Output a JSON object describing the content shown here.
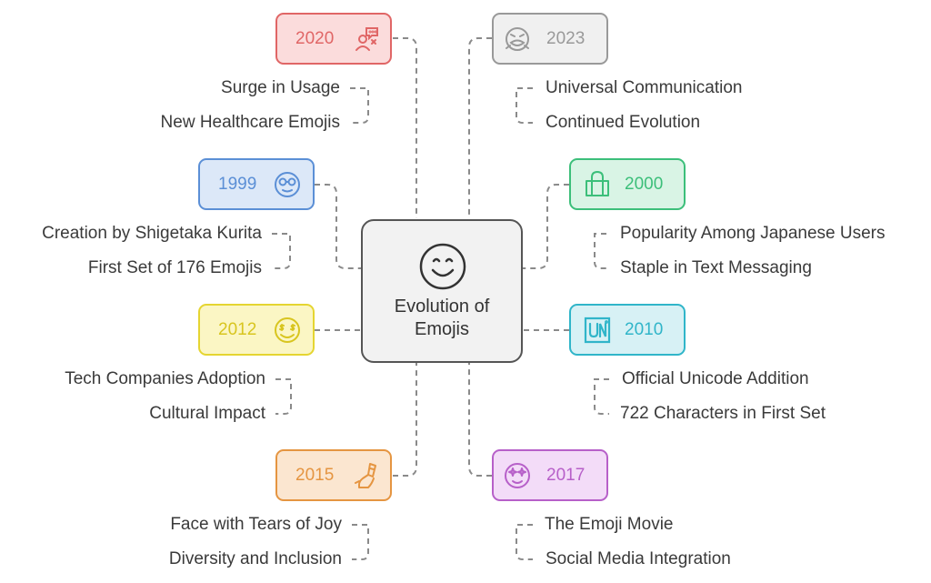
{
  "diagram": {
    "center_title_line1": "Evolution of",
    "center_title_line2": "Emojis",
    "nodes": [
      {
        "year": "2020",
        "icon": "protest-person-icon",
        "color": "#e06666",
        "fill": "#fbdcdc",
        "items": [
          "Surge in Usage",
          "New Healthcare Emojis"
        ]
      },
      {
        "year": "2023",
        "icon": "sick-face-icon",
        "color": "#999999",
        "fill": "#f0f0f0",
        "items": [
          "Universal Communication",
          "Continued Evolution"
        ]
      },
      {
        "year": "1999",
        "icon": "face-with-glasses-icon",
        "color": "#5b8fd6",
        "fill": "#dce8f8",
        "items": [
          "Creation by Shigetaka Kurita",
          "First Set of 176 Emojis"
        ]
      },
      {
        "year": "2000",
        "icon": "shopping-bag-icon",
        "color": "#3cbf7a",
        "fill": "#d9f4e5",
        "items": [
          "Popularity Among Japanese Users",
          "Staple in Text Messaging"
        ]
      },
      {
        "year": "2012",
        "icon": "money-face-icon",
        "color": "#e5d531",
        "fill": "#fbf6c4",
        "items": [
          "Tech Companies Adoption",
          "Cultural Impact"
        ]
      },
      {
        "year": "2010",
        "icon": "unicode-icon",
        "color": "#30b5c9",
        "fill": "#d7f1f5",
        "items": [
          "Official Unicode Addition",
          "722 Characters in First Set"
        ]
      },
      {
        "year": "2015",
        "icon": "hand-with-tissue-icon",
        "color": "#e59541",
        "fill": "#fbe6d0",
        "items": [
          "Face with Tears of Joy",
          "Diversity and Inclusion"
        ]
      },
      {
        "year": "2017",
        "icon": "sparkle-face-icon",
        "color": "#b760c9",
        "fill": "#f3dcf8",
        "items": [
          "The Emoji Movie",
          "Social Media Integration"
        ]
      }
    ]
  }
}
